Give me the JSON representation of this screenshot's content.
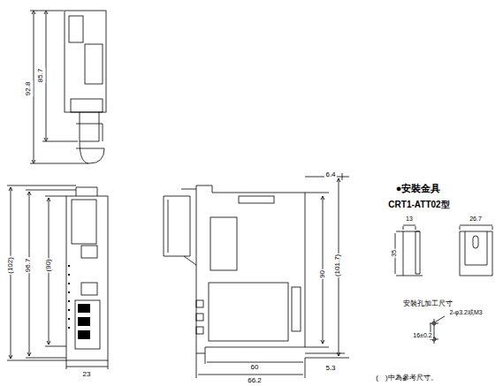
{
  "diagram": {
    "labels": [
      "92.8",
      "85.7",
      "(102)",
      "96.7",
      "(90)",
      "23",
      "6.4",
      "(101.7)",
      "90",
      "5.3",
      "60",
      "66.2",
      "●安裝金具",
      "CRT1-ATT02型",
      "13",
      "26.7",
      "35",
      "安裝孔加工尺寸",
      "2-φ3.2或M3",
      "16±0.2",
      "(　)中為參考尺寸。"
    ]
  }
}
